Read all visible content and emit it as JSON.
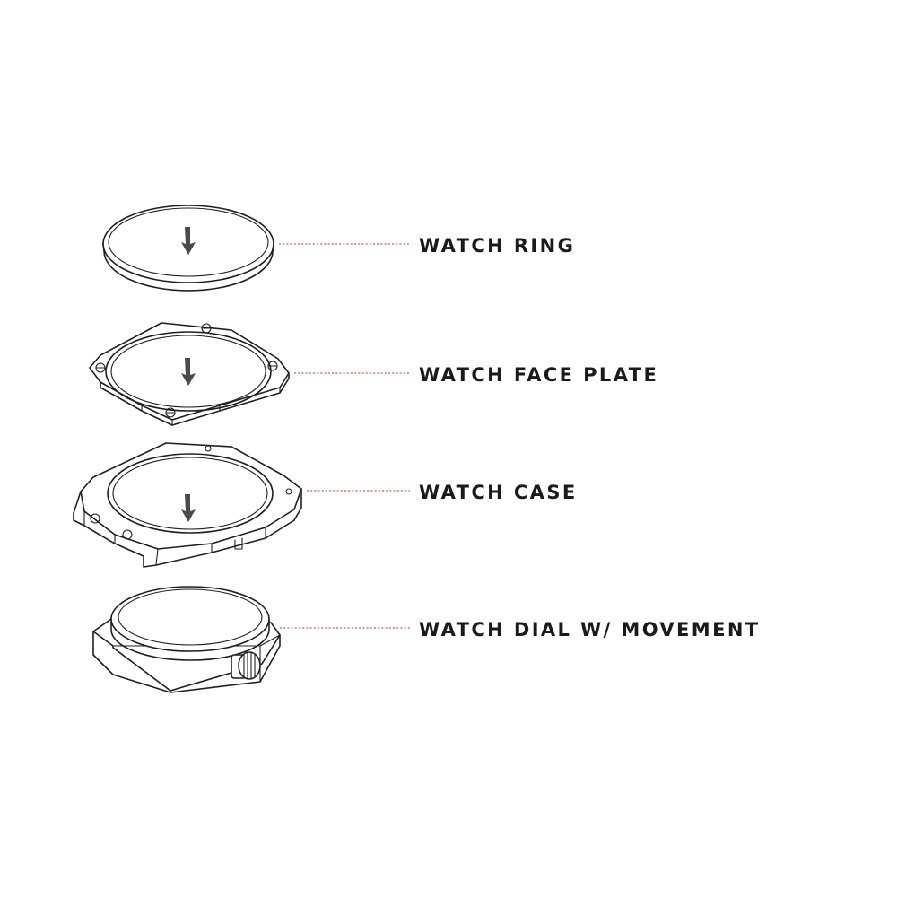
{
  "parts": [
    {
      "id": "ring",
      "label": "WATCH RING",
      "icon": "watch-ring-drawing"
    },
    {
      "id": "face-plate",
      "label": "WATCH FACE PLATE",
      "icon": "watch-face-plate-drawing"
    },
    {
      "id": "case",
      "label": "WATCH CASE",
      "icon": "watch-case-drawing"
    },
    {
      "id": "dial",
      "label": "WATCH DIAL W/ MOVEMENT",
      "icon": "watch-dial-movement-drawing"
    }
  ],
  "colors": {
    "line": "#1f1f1f",
    "leader": "#d9534f",
    "arrow": "#4a4a4a",
    "background": "#ffffff"
  }
}
